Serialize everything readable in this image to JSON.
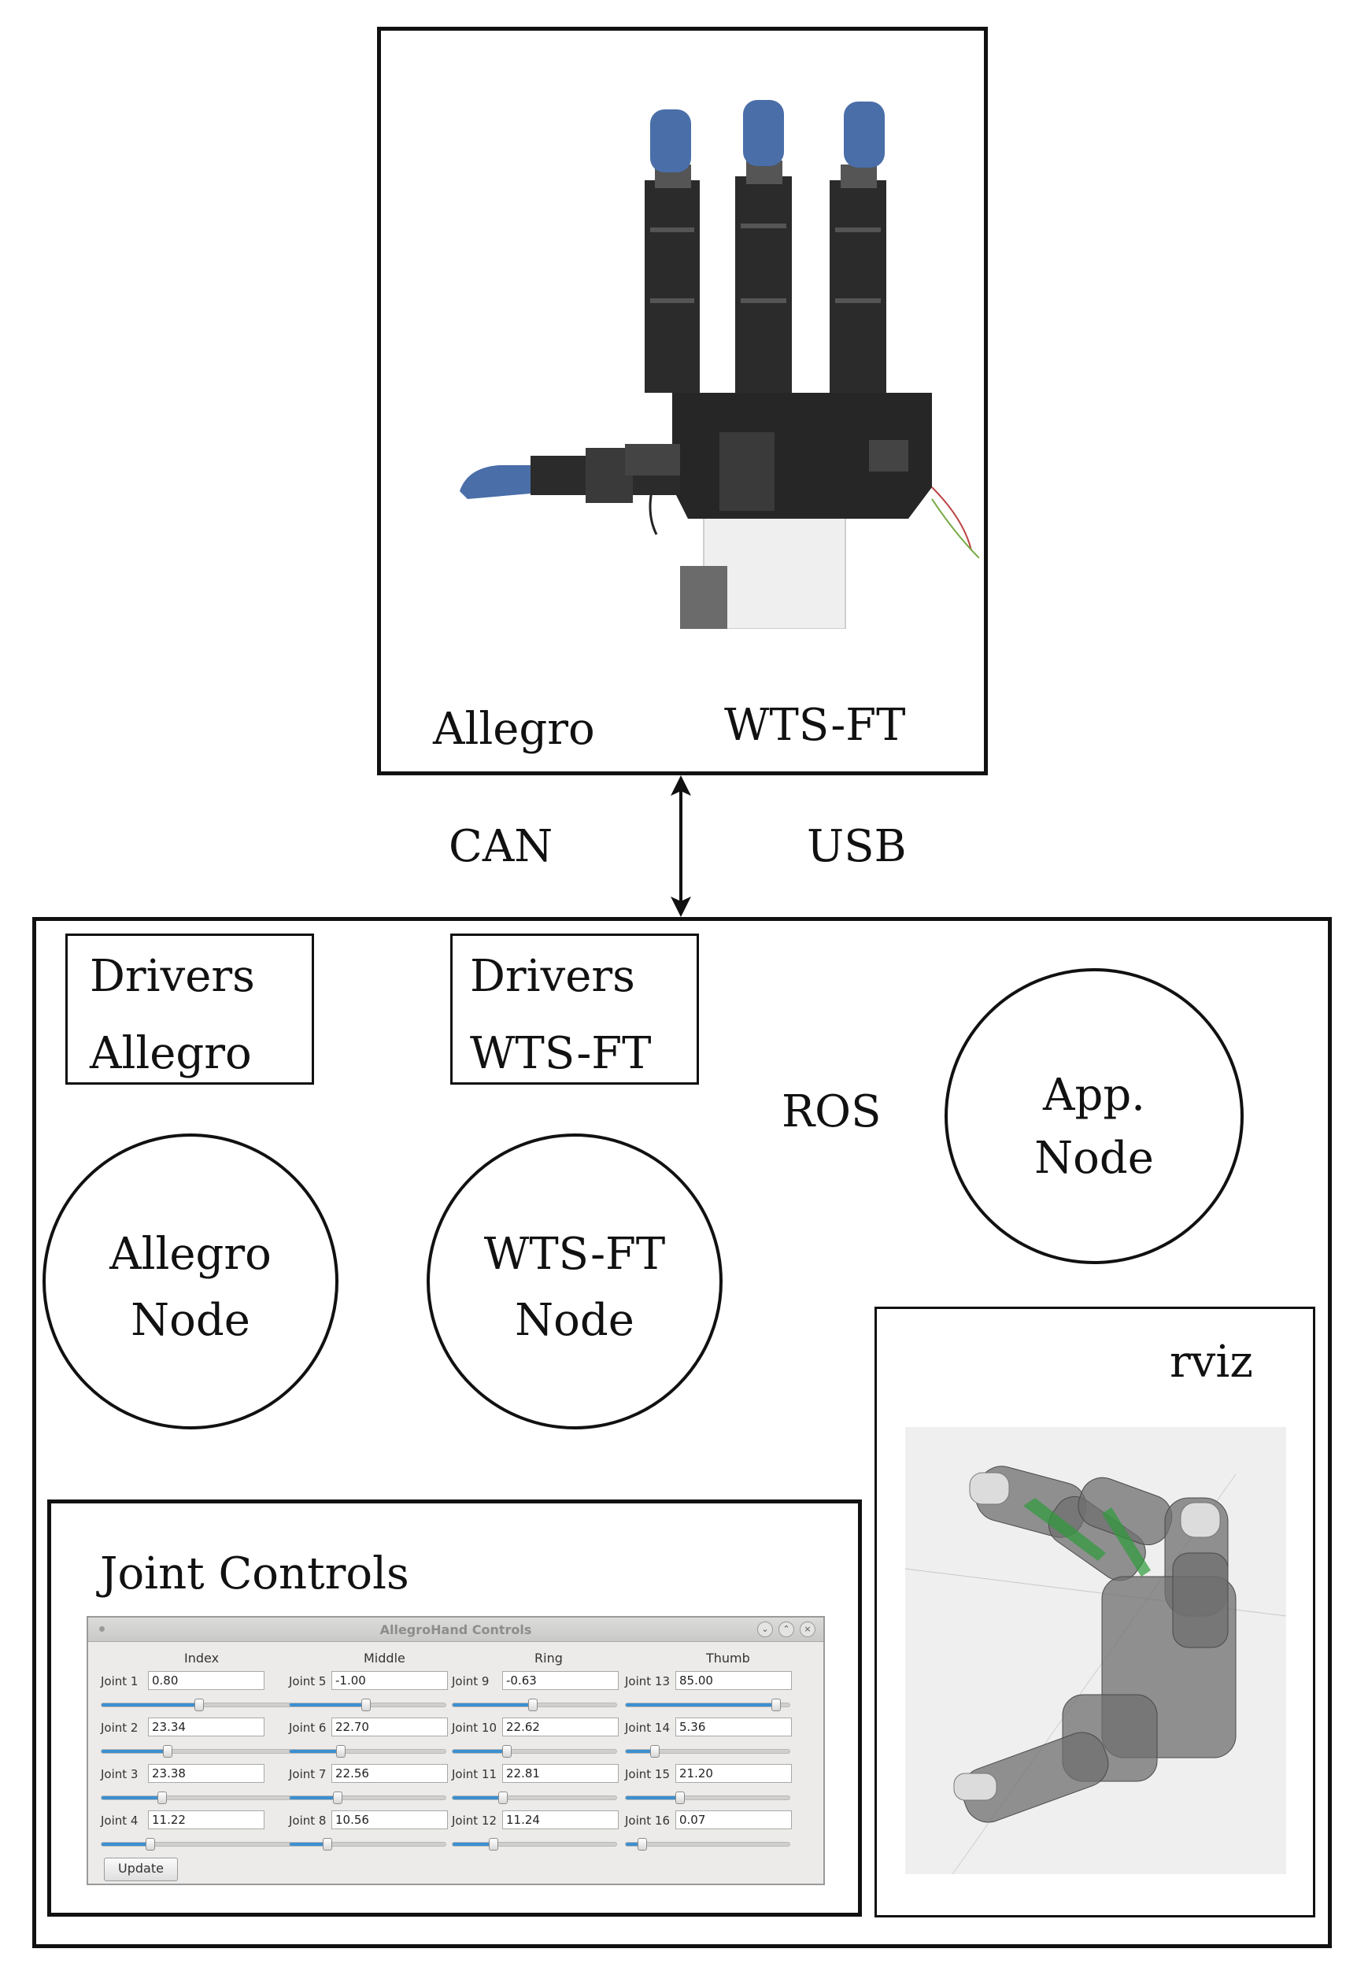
{
  "hardware": {
    "label_left": "Allegro",
    "label_right": "WTS-FT"
  },
  "link": {
    "left_label": "CAN",
    "right_label": "USB"
  },
  "ros": {
    "label": "ROS",
    "drivers_allegro": {
      "line1": "Drivers",
      "line2": "Allegro"
    },
    "drivers_wtsft": {
      "line1": "Drivers",
      "line2": "WTS-FT"
    },
    "allegro_node": {
      "line1": "Allegro",
      "line2": "Node"
    },
    "wtsft_node": {
      "line1": "WTS-FT",
      "line2": "Node"
    },
    "app_node": {
      "line1": "App.",
      "line2": "Node"
    },
    "rviz_label": "rviz"
  },
  "joint_controls": {
    "title": "Joint Controls",
    "window_title": "AllegroHand Controls",
    "update_label": "Update",
    "columns": [
      {
        "header": "Index",
        "joints": [
          {
            "label": "Joint 1",
            "value": "0.80",
            "level": 0.5
          },
          {
            "label": "Joint 2",
            "value": "23.34",
            "level": 0.34
          },
          {
            "label": "Joint 3",
            "value": "23.38",
            "level": 0.31
          },
          {
            "label": "Joint 4",
            "value": "11.22",
            "level": 0.25
          }
        ]
      },
      {
        "header": "Middle",
        "joints": [
          {
            "label": "Joint 5",
            "value": "-1.00",
            "level": 0.49
          },
          {
            "label": "Joint 6",
            "value": "22.70",
            "level": 0.33
          },
          {
            "label": "Joint 7",
            "value": "22.56",
            "level": 0.31
          },
          {
            "label": "Joint 8",
            "value": "10.56",
            "level": 0.24
          }
        ]
      },
      {
        "header": "Ring",
        "joints": [
          {
            "label": "Joint 9",
            "value": "-0.63",
            "level": 0.49
          },
          {
            "label": "Joint 10",
            "value": "22.62",
            "level": 0.33
          },
          {
            "label": "Joint 11",
            "value": "22.81",
            "level": 0.31
          },
          {
            "label": "Joint 12",
            "value": "11.24",
            "level": 0.25
          }
        ]
      },
      {
        "header": "Thumb",
        "joints": [
          {
            "label": "Joint 13",
            "value": "85.00",
            "level": 0.92
          },
          {
            "label": "Joint 14",
            "value": "5.36",
            "level": 0.18
          },
          {
            "label": "Joint 15",
            "value": "21.20",
            "level": 0.33
          },
          {
            "label": "Joint 16",
            "value": "0.07",
            "level": 0.1
          }
        ]
      }
    ]
  },
  "icons": {
    "arrow": "double-arrow-vertical",
    "window_buttons": [
      "chevron-down-icon",
      "chevron-up-icon",
      "close-icon"
    ]
  },
  "colors": {
    "slider_fill": "#3c8fd0",
    "finger_tip": "#4a6ea8",
    "rviz_accent": "#2e9a3a"
  }
}
